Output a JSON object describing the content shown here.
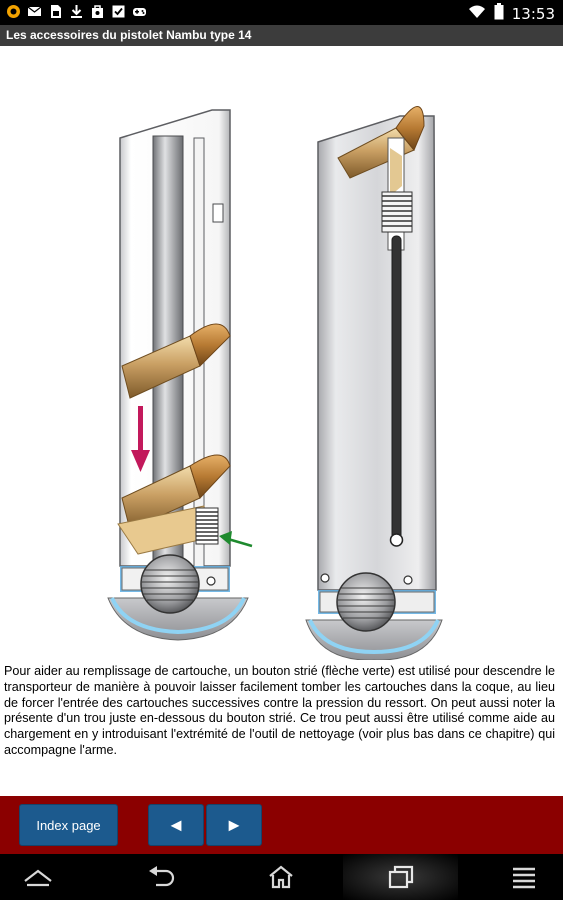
{
  "status": {
    "time": "13:53",
    "icons": [
      "notification-o-icon",
      "mail-icon",
      "sim-card-icon",
      "download-icon",
      "bag-icon",
      "checkbox-icon",
      "gamepad-icon"
    ]
  },
  "header": {
    "title": "Les accessoires du pistolet Nambu type 14"
  },
  "content": {
    "description": "Pour aider au remplissage de cartouche, un bouton strié (flèche verte) est utilisé pour descendre le transporteur de manière à pouvoir laisser facilement tomber les cartouches dans la coque, au lieu de forcer l'entrée des cartouches successives contre la pression du ressort. On peut aussi noter la présente d'un trou juste en-dessous du bouton strié. Ce trou peut aussi être utilisé comme aide au chargement en y introduisant l'extrémité de l'outil de nettoyage (voir plus bas dans ce chapitre) qui accompagne l'arme."
  },
  "toolbar": {
    "index_label": "Index page",
    "prev_glyph": "◄",
    "next_glyph": "►"
  },
  "colors": {
    "title_bar": "#3c3c3c",
    "bottom_bar": "#8b0000",
    "button": "#1c5a8e",
    "arrow_magenta": "#c2185b",
    "arrow_green": "#1e8a2e"
  }
}
